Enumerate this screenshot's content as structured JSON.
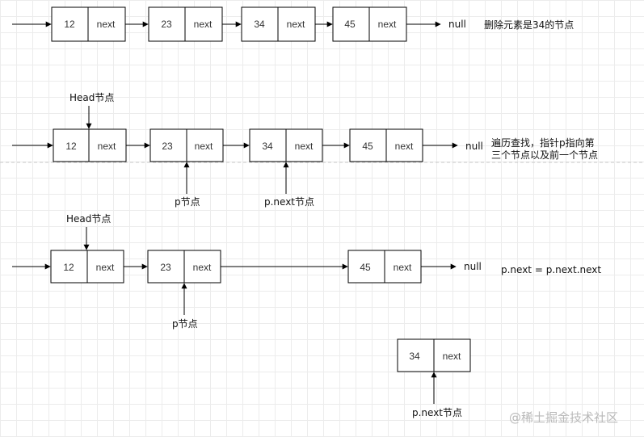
{
  "rows": [
    {
      "nodes": [
        {
          "value": "12",
          "ptr": "next"
        },
        {
          "value": "23",
          "ptr": "next"
        },
        {
          "value": "34",
          "ptr": "next"
        },
        {
          "value": "45",
          "ptr": "next"
        }
      ],
      "terminal": "null",
      "note": [
        "删除元素是34的节点"
      ]
    },
    {
      "nodes": [
        {
          "value": "12",
          "ptr": "next"
        },
        {
          "value": "23",
          "ptr": "next"
        },
        {
          "value": "34",
          "ptr": "next"
        },
        {
          "value": "45",
          "ptr": "next"
        }
      ],
      "terminal": "null",
      "note": [
        "遍历查找，指针p指向第",
        "三个节点以及前一个节点"
      ],
      "head_label": "Head节点",
      "pointer_labels": [
        "p节点",
        "p.next节点"
      ]
    },
    {
      "nodes": [
        {
          "value": "12",
          "ptr": "next"
        },
        {
          "value": "23",
          "ptr": "next"
        },
        {
          "value": "45",
          "ptr": "next"
        }
      ],
      "terminal": "null",
      "note": [
        "p.next = p.next.next"
      ],
      "head_label": "Head节点",
      "pointer_labels": [
        "p节点"
      ]
    }
  ],
  "removed": {
    "node": {
      "value": "34",
      "ptr": "next"
    },
    "label": "p.next节点"
  },
  "watermark": "@稀土掘金技术社区"
}
